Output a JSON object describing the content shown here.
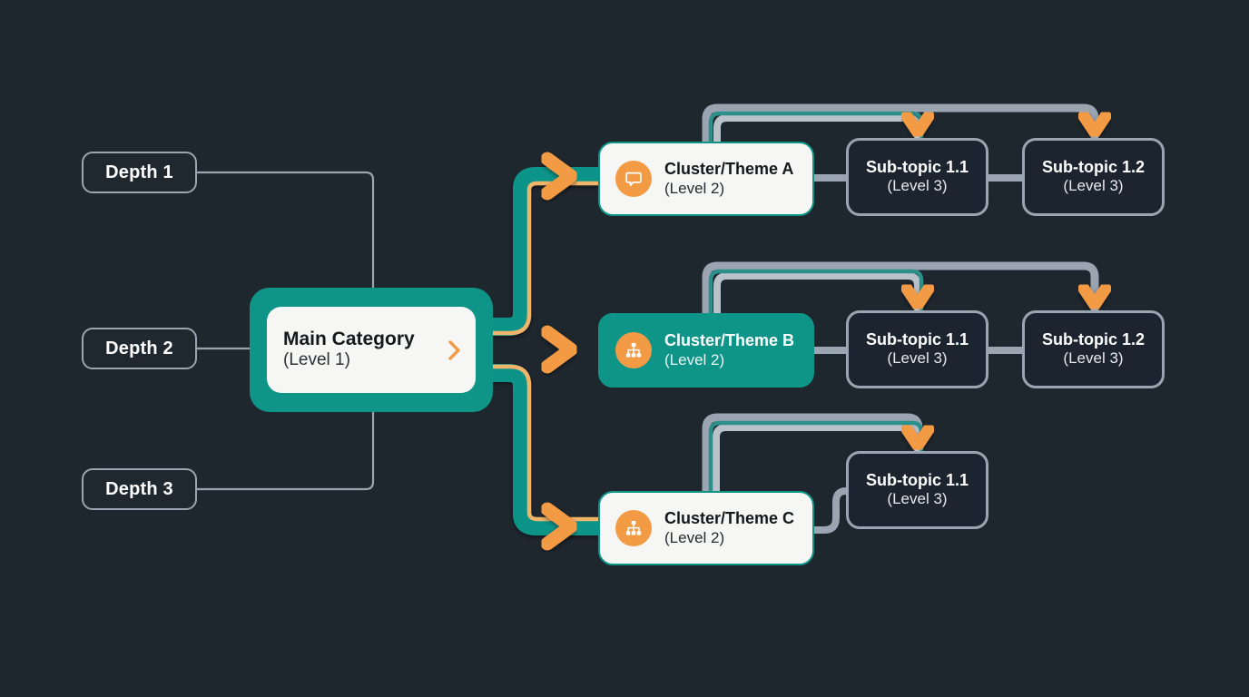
{
  "theme": {
    "background": "#1e262e",
    "teal": "#0f9488",
    "orange": "#f39a45",
    "gray_border": "#9aa5b1",
    "card_light": "#f6f6f4",
    "node_dark": "#1c2430"
  },
  "diagram": {
    "type": "hierarchy-mind-map",
    "depth_legend": [
      {
        "label": "Depth 1"
      },
      {
        "label": "Depth 2"
      },
      {
        "label": "Depth 3"
      }
    ],
    "root": {
      "title": "Main Category",
      "subtitle": "(Level 1)",
      "chevron": "chevron-right-icon"
    },
    "branches": [
      {
        "id": "A",
        "title": "Cluster/Theme A",
        "subtitle": "(Level 2)",
        "icon": "speech-bubble-icon",
        "style": "light",
        "children": [
          {
            "title": "Sub-topic 1.1",
            "subtitle": "(Level 3)"
          },
          {
            "title": "Sub-topic 1.2",
            "subtitle": "(Level 3)"
          }
        ]
      },
      {
        "id": "B",
        "title": "Cluster/Theme B",
        "subtitle": "(Level 2)",
        "icon": "sitemap-icon",
        "style": "solid",
        "children": [
          {
            "title": "Sub-topic 1.1",
            "subtitle": "(Level 3)"
          },
          {
            "title": "Sub-topic 1.2",
            "subtitle": "(Level 3)"
          }
        ]
      },
      {
        "id": "C",
        "title": "Cluster/Theme C",
        "subtitle": "(Level 2)",
        "icon": "sitemap-icon",
        "style": "light",
        "children": [
          {
            "title": "Sub-topic 1.1",
            "subtitle": "(Level 3)"
          }
        ]
      }
    ]
  }
}
